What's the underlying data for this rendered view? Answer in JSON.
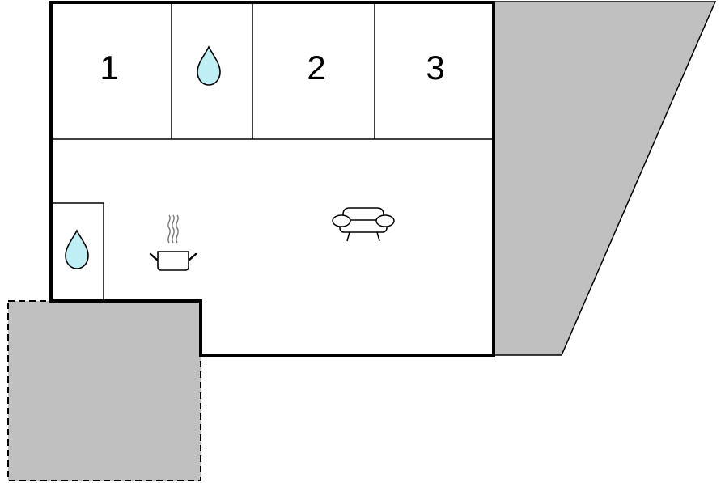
{
  "rooms": [
    {
      "label": "1"
    },
    {
      "label": "2"
    },
    {
      "label": "3"
    }
  ],
  "icons": {
    "bathroom_top": "water-drop-icon",
    "bathroom_side": "water-drop-icon",
    "kitchen": "cooking-pot-icon",
    "living": "sofa-icon"
  },
  "colors": {
    "wall": "#000000",
    "terrace": "#c0c0c0",
    "water": "#bfeef4",
    "icon_stroke": "#000000",
    "steam": "#777777"
  }
}
